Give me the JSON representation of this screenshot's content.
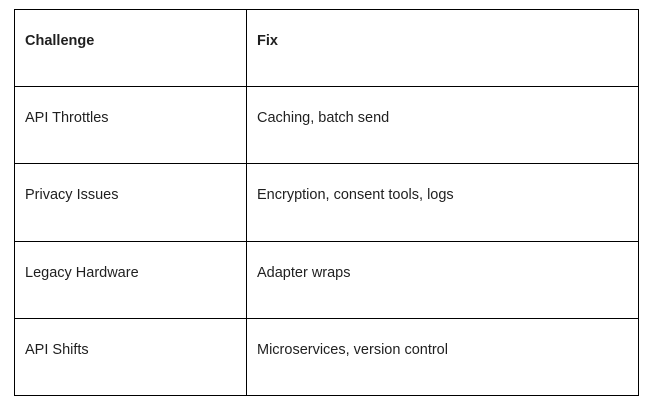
{
  "table": {
    "header": {
      "challenge": "Challenge",
      "fix": "Fix"
    },
    "rows": [
      {
        "challenge": "API Throttles",
        "fix": "Caching, batch send"
      },
      {
        "challenge": "Privacy Issues",
        "fix": "Encryption, consent tools, logs"
      },
      {
        "challenge": "Legacy Hardware",
        "fix": "Adapter wraps"
      },
      {
        "challenge": "API Shifts",
        "fix": "Microservices, version control"
      }
    ],
    "colors": {
      "border": "#000000",
      "text": "#1f1f1f",
      "background": "#ffffff"
    }
  }
}
